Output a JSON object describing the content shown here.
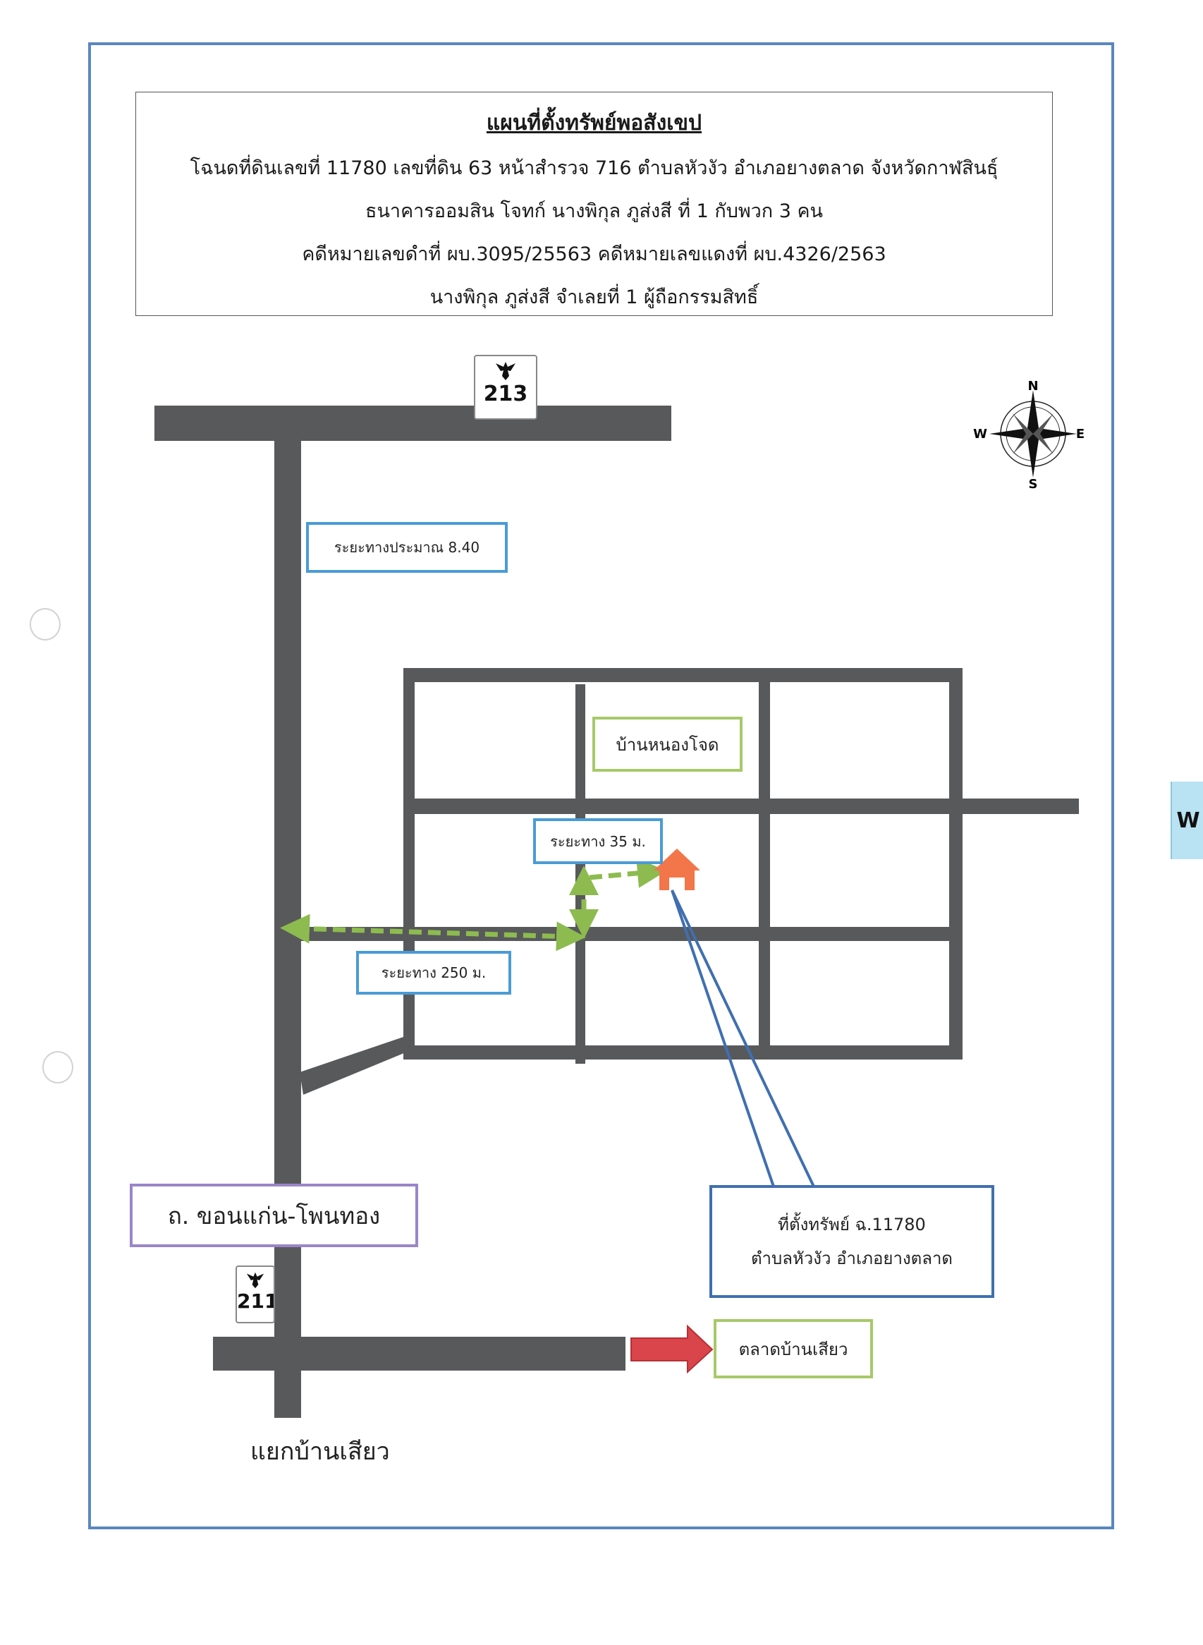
{
  "header": {
    "title": "แผนที่ตั้งทรัพย์พอสังเขป",
    "lines": [
      "โฉนดที่ดินเลขที่ 11780 เลขที่ดิน 63 หน้าสำรวจ 716 ตำบลหัวงัว อำเภอยางตลาด จังหวัดกาฬสินธุ์",
      "ธนาคารออมสิน  โจทก์  นางพิกุล ภูส่งสี ที่ 1  กับพวก 3 คน",
      "คดีหมายเลขดำที่ ผบ.3095/25563  คดีหมายเลขแดงที่ ผบ.4326/2563",
      "นางพิกุล ภูส่งสี จำเลยที่ 1 ผู้ถือกรรมสิทธิ์"
    ]
  },
  "map": {
    "highway_shields": {
      "top": "213",
      "bottom": "211"
    },
    "compass": {
      "north": "N",
      "south": "S",
      "east": "E",
      "west": "W"
    },
    "labels": {
      "distance_main": "ระยะทางประมาณ 8.40",
      "village": "บ้านหนองโจด",
      "distance_35": "ระยะทาง 35 ม.",
      "distance_250": "ระยะทาง 250 ม.",
      "road_name": "ถ. ขอนแก่น-โพนทอง",
      "asset_line1": "ที่ตั้งทรัพย์ ฉ.11780",
      "asset_line2": "ตำบลหัวงัว อำเภอยางตลาด",
      "market": "ตลาดบ้านเสียว",
      "junction": "แยกบ้านเสียว"
    },
    "side_tab": "W",
    "colors": {
      "road": "#58595b",
      "route_arrow": "#8dbb4f",
      "house": "#f2764a",
      "market_arrow": "#d9454a",
      "pointer_line": "#3f6fb0",
      "border": "#5b86c0"
    },
    "icons": [
      "garuda-emblem-icon",
      "compass-rose-icon",
      "house-icon",
      "right-arrow-icon"
    ]
  }
}
